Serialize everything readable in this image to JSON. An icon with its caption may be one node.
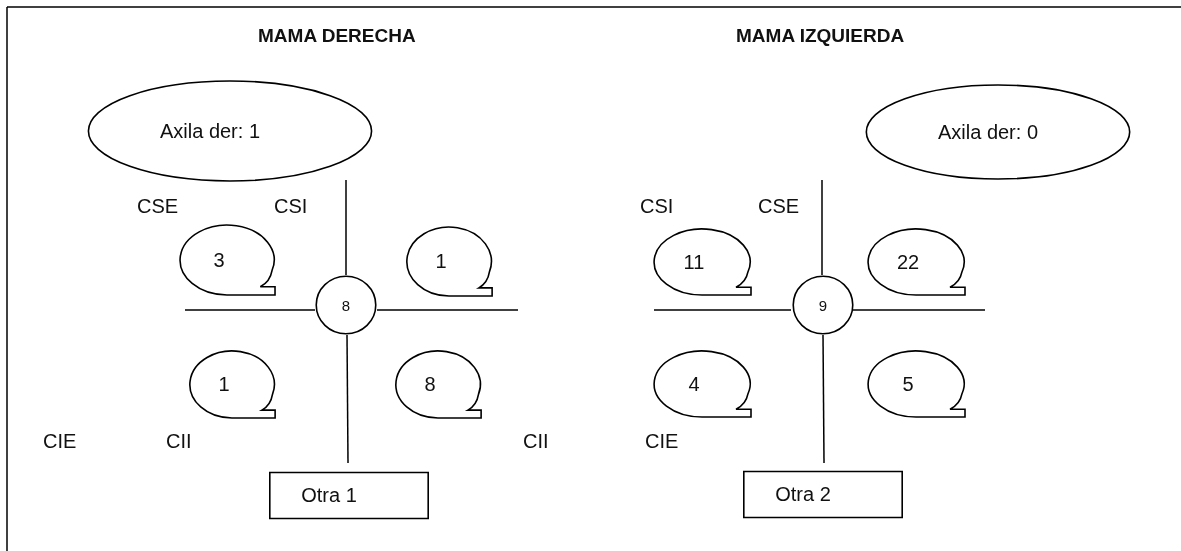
{
  "diagram": {
    "nodes": [
      {
        "text": [
          "Axila der: 1"
        ]
      },
      {
        "text": [
          "3"
        ]
      },
      {
        "text": [
          "1"
        ]
      },
      {
        "text": [
          "8"
        ]
      },
      {
        "text": [
          "1"
        ]
      },
      {
        "text": [
          "8"
        ]
      },
      {
        "text": [
          "Otra 1"
        ]
      },
      {
        "text": [
          "Axila der: 0"
        ]
      },
      {
        "text": [
          "11"
        ]
      },
      {
        "text": [
          "22"
        ]
      },
      {
        "text": [
          "9"
        ]
      },
      {
        "text": [
          "4"
        ]
      },
      {
        "text": [
          "5"
        ]
      },
      {
        "text": [
          "Otra 2"
        ]
      }
    ],
    "edges": [],
    "labels": [
      "MAMA DERECHA",
      "MAMA IZQUIERDA",
      "CSE",
      "CSI",
      "CSI",
      "CSE",
      "CIE",
      "CII",
      "CII",
      "CIE"
    ]
  }
}
